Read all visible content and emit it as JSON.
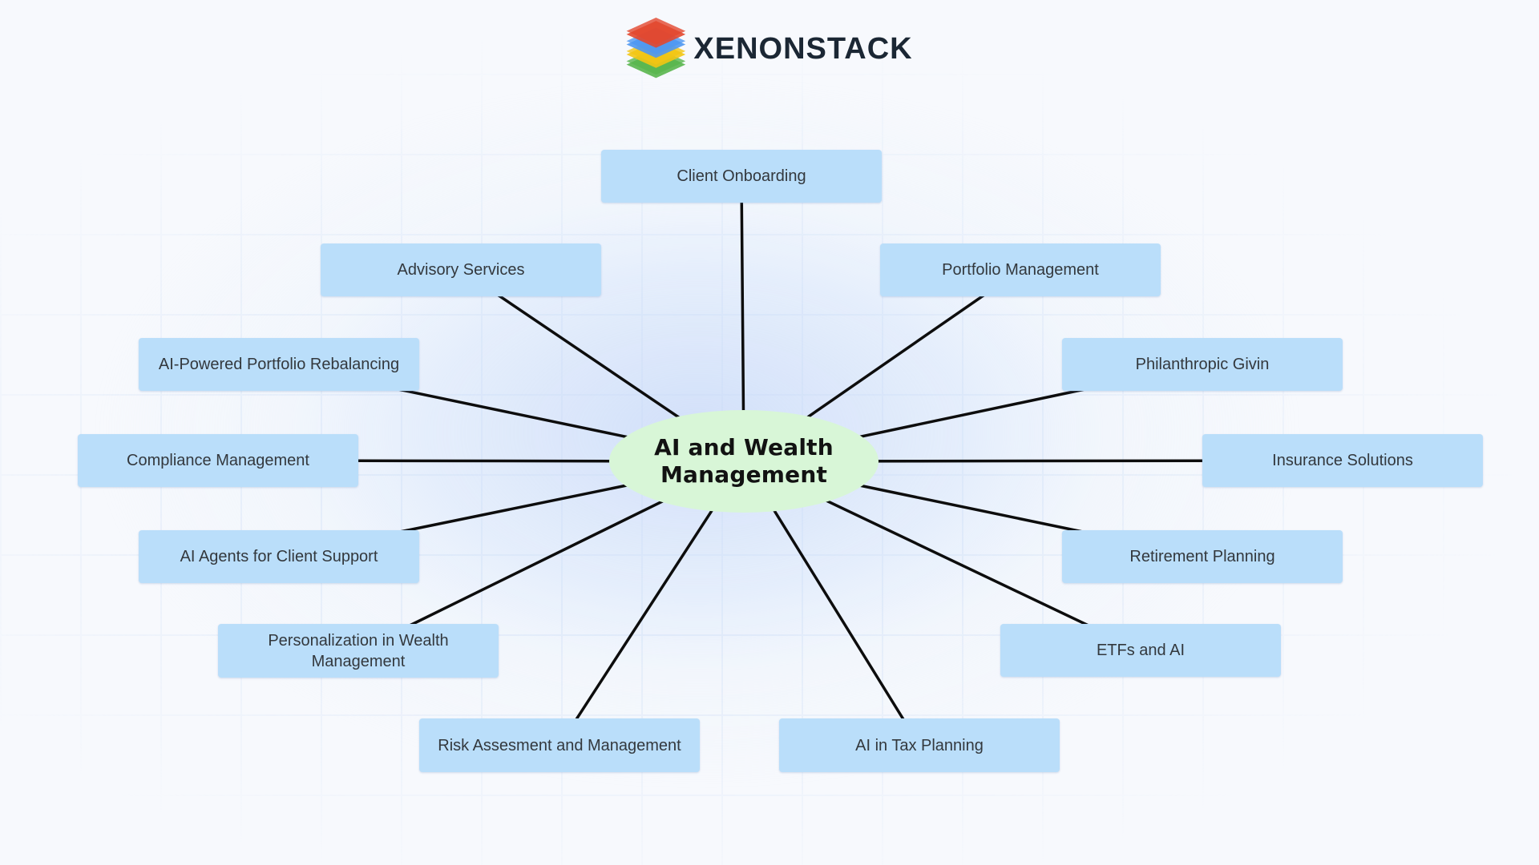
{
  "logo": {
    "wordmark": "XENONSTACK",
    "icon": "xenonstack-layers-icon",
    "layer_colors": [
      "#e2472e",
      "#4e97f1",
      "#f2c513",
      "#58b54c"
    ],
    "wordmark_color": "#1b2734"
  },
  "center": {
    "label": "AI and Wealth Management",
    "fill": "#d8f6d7",
    "text_color": "#121212"
  },
  "nodes": [
    {
      "id": "client-onboarding",
      "label": "Client Onboarding"
    },
    {
      "id": "advisory-services",
      "label": "Advisory Services"
    },
    {
      "id": "portfolio-management",
      "label": "Portfolio Management"
    },
    {
      "id": "ai-powered-portfolio-rebalancing",
      "label": "AI-Powered Portfolio Rebalancing"
    },
    {
      "id": "philanthropic-givin",
      "label": "Philanthropic Givin"
    },
    {
      "id": "compliance-management",
      "label": "Compliance Management"
    },
    {
      "id": "insurance-solutions",
      "label": "Insurance Solutions"
    },
    {
      "id": "ai-agents-for-client-support",
      "label": "AI Agents for Client Support"
    },
    {
      "id": "retirement-planning",
      "label": "Retirement Planning"
    },
    {
      "id": "personalization-in-wealth-management",
      "label": "Personalization in Wealth Management"
    },
    {
      "id": "etfs-and-ai",
      "label": "ETFs and AI"
    },
    {
      "id": "risk-assesment-and-management",
      "label": "Risk Assesment and Management"
    },
    {
      "id": "ai-in-tax-planning",
      "label": "AI in Tax Planning"
    }
  ],
  "style": {
    "node_fill": "#badefa",
    "node_text_color": "#33383d",
    "connector_color": "#0d0d0d",
    "background": "#f7f9fd",
    "grid_color": "#cdddf5",
    "center_glow": "#ccdaf6"
  }
}
